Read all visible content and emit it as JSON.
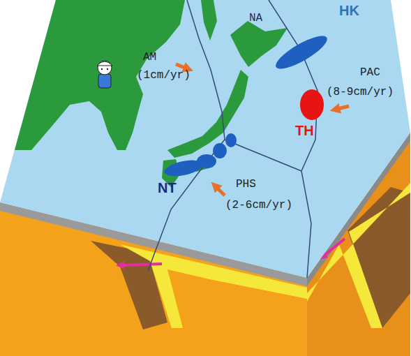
{
  "diagram": {
    "labels": [
      "NA",
      "HK",
      "AM",
      "(1cm/yr)",
      "PAC",
      "(8-9cm/yr)",
      "TH",
      "NT",
      "PHS",
      "(2-6cm/yr)"
    ]
  }
}
